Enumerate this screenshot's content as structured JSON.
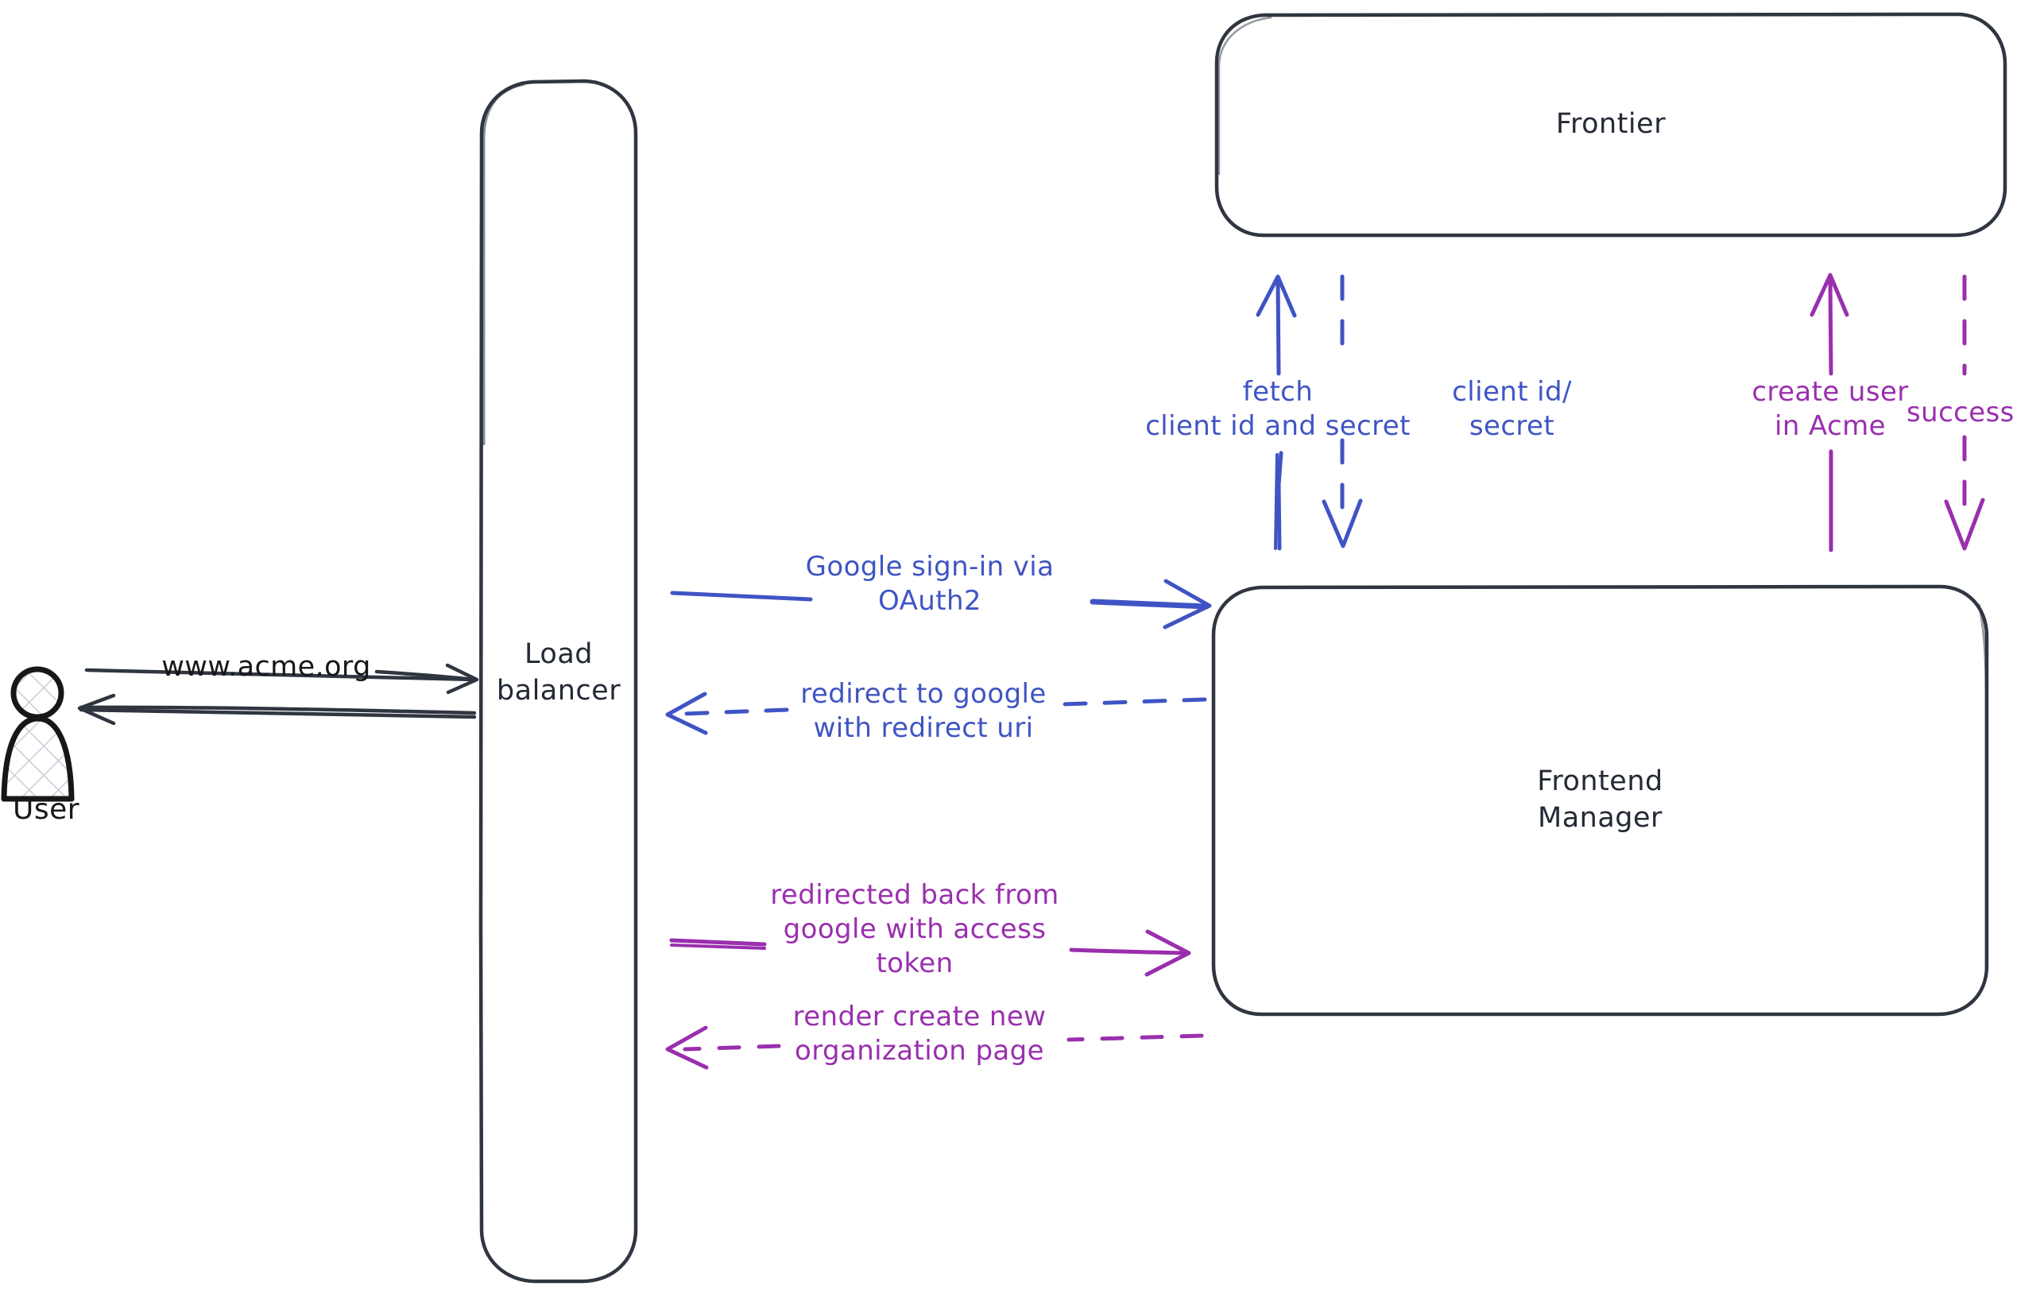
{
  "diagram": {
    "title": "Google OAuth2 sign-in sequence",
    "background": "#ffffff",
    "colors": {
      "stroke_dark": "#242936",
      "blue": "#3f54c4",
      "purple": "#9a2fae",
      "actor_fill_hatch": "#c6ced8"
    }
  },
  "actors": {
    "user": {
      "label": "User",
      "icon": "person-icon"
    }
  },
  "nodes": [
    {
      "id": "load-balancer",
      "label": "Load\nbalancer"
    },
    {
      "id": "frontier",
      "label": "Frontier"
    },
    {
      "id": "frontend-manager",
      "label": "Frontend\nManager"
    }
  ],
  "edges": [
    {
      "id": "user-to-lb",
      "label": "www.acme.org",
      "color": "#2f3640",
      "style": "solid",
      "direction": "right",
      "from": "user",
      "to": "load-balancer"
    },
    {
      "id": "lb-to-user",
      "label": "",
      "color": "#2f3640",
      "style": "solid",
      "direction": "left",
      "from": "load-balancer",
      "to": "user"
    },
    {
      "id": "google-signin",
      "label": "Google sign-in via\nOAuth2",
      "color": "#3f54c4",
      "style": "solid",
      "direction": "right",
      "from": "load-balancer",
      "to": "frontend-manager"
    },
    {
      "id": "redirect-to-google",
      "label": "redirect to google\nwith redirect uri",
      "color": "#3f54c4",
      "style": "dashed",
      "direction": "left",
      "from": "frontend-manager",
      "to": "load-balancer"
    },
    {
      "id": "redirected-back",
      "label": "redirected back from\ngoogle with access\ntoken",
      "color": "#9a2fae",
      "style": "solid",
      "direction": "right",
      "from": "load-balancer",
      "to": "frontend-manager"
    },
    {
      "id": "render-create-org",
      "label": "render create new\norganization page",
      "color": "#9a2fae",
      "style": "dashed",
      "direction": "left",
      "from": "frontend-manager",
      "to": "load-balancer"
    },
    {
      "id": "fetch-client-id",
      "label": "fetch\nclient id and secret",
      "color": "#3f54c4",
      "style": "solid",
      "direction": "up",
      "from": "frontend-manager",
      "to": "frontier"
    },
    {
      "id": "client-id-secret",
      "label": "client id/\nsecret",
      "color": "#3f54c4",
      "style": "dashed",
      "direction": "down",
      "from": "frontier",
      "to": "frontend-manager"
    },
    {
      "id": "create-user",
      "label": "create user\nin Acme",
      "color": "#9a2fae",
      "style": "solid",
      "direction": "up",
      "from": "frontend-manager",
      "to": "frontier"
    },
    {
      "id": "success",
      "label": "success",
      "color": "#9a2fae",
      "style": "dashed",
      "direction": "down",
      "from": "frontier",
      "to": "frontend-manager"
    }
  ]
}
